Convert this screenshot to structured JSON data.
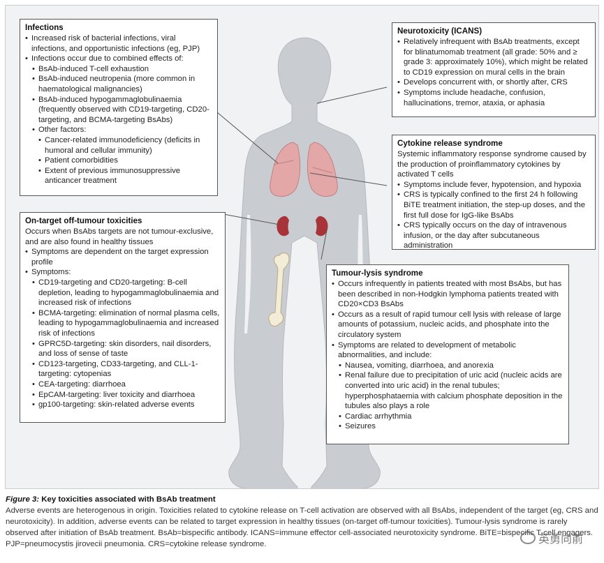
{
  "infections": {
    "title": "Infections",
    "items": [
      {
        "level": 1,
        "text": "Increased risk of bacterial infections, viral infections, and opportunistic infections (eg, PJP)"
      },
      {
        "level": 1,
        "text": "Infections occur due to combined effects of:"
      },
      {
        "level": 2,
        "text": "BsAb-induced T-cell exhaustion"
      },
      {
        "level": 2,
        "text": "BsAb-induced neutropenia (more common in haematological malignancies)"
      },
      {
        "level": 2,
        "text": "BsAb-induced hypogammaglobulinaemia (frequently observed with CD19-targeting, CD20-targeting, and BCMA-targeting BsAbs)"
      },
      {
        "level": 2,
        "text": "Other factors:"
      },
      {
        "level": 3,
        "text": "Cancer-related immunodeficiency (deficits in humoral and cellular immunity)"
      },
      {
        "level": 3,
        "text": "Patient comorbidities"
      },
      {
        "level": 3,
        "text": "Extent of previous immunosuppressive anticancer treatment"
      }
    ]
  },
  "icans": {
    "title": "Neurotoxicity (ICANS)",
    "items": [
      {
        "level": 1,
        "text": "Relatively infrequent with BsAb treatments, except for blinatumomab treatment (all grade: 50% and ≥ grade 3: approximately 10%), which might be related to CD19 expression on mural cells in the brain"
      },
      {
        "level": 1,
        "text": "Develops concurrent with, or shortly after, CRS"
      },
      {
        "level": 1,
        "text": "Symptoms include headache, confusion, hallucinations, tremor, ataxia, or aphasia"
      }
    ]
  },
  "crs": {
    "title": "Cytokine release syndrome",
    "intro": "Systemic inflammatory response syndrome caused by the production of proinflammatory cytokines by activated T cells",
    "items": [
      {
        "level": 1,
        "text": "Symptoms include fever, hypotension, and hypoxia"
      },
      {
        "level": 1,
        "text": "CRS is typically confined to the first 24 h following BiTE treatment initiation, the step-up doses, and the first full dose for IgG-like BsAbs"
      },
      {
        "level": 1,
        "text": "CRS typically occurs on the day of intravenous infusion, or the day after subcutaneous administration"
      }
    ]
  },
  "ontarget": {
    "title": "On-target off-tumour toxicities",
    "intro": "Occurs when BsAbs targets are not tumour-exclusive, and are also found in healthy tissues",
    "items": [
      {
        "level": 1,
        "text": "Symptoms are dependent on the target expression profile"
      },
      {
        "level": 1,
        "text": "Symptoms:"
      },
      {
        "level": 2,
        "text": "CD19-targeting and CD20-targeting: B-cell depletion, leading to hypogammaglobulinaemia and increased risk of infections"
      },
      {
        "level": 2,
        "text": "BCMA-targeting: elimination of normal plasma cells, leading to hypogammaglobulinaemia and increased risk of infections"
      },
      {
        "level": 2,
        "text": "GPRC5D-targeting: skin disorders, nail disorders, and loss of sense of taste"
      },
      {
        "level": 2,
        "text": "CD123-targeting, CD33-targeting, and CLL-1-targeting: cytopenias"
      },
      {
        "level": 2,
        "text": "CEA-targeting: diarrhoea"
      },
      {
        "level": 2,
        "text": "EpCAM-targeting: liver toxicity and diarrhoea"
      },
      {
        "level": 2,
        "text": "gp100-targeting: skin-related adverse events"
      }
    ]
  },
  "tls": {
    "title": "Tumour-lysis syndrome",
    "items": [
      {
        "level": 1,
        "text": "Occurs infrequently in patients treated with most BsAbs, but has been described in non-Hodgkin lymphoma patients treated with CD20×CD3 BsAbs"
      },
      {
        "level": 1,
        "text": "Occurs as a result of rapid tumour cell lysis with release of large amounts of potassium, nucleic acids, and phosphate into the circulatory system"
      },
      {
        "level": 1,
        "text": "Symptoms are related to development of metabolic abnormalities, and include:"
      },
      {
        "level": 2,
        "text": "Nausea, vomiting, diarrhoea, and anorexia"
      },
      {
        "level": 2,
        "text": "Renal failure due to precipitation of uric acid (nucleic acids are converted into uric acid) in the renal tubules; hyperphosphataemia with calcium phosphate deposition in the tubules also plays a role"
      },
      {
        "level": 2,
        "text": "Cardiac arrhythmia"
      },
      {
        "level": 2,
        "text": "Seizures"
      }
    ]
  },
  "caption": {
    "figure_label": "Figure 3:",
    "title": "Key toxicities associated with BsAb treatment",
    "text": "Adverse events are heterogenous in origin. Toxicities related to cytokine release on T-cell activation are observed with all BsAbs, independent of the target (eg, CRS and neurotoxicity). In addition, adverse events can be related to target expression in healthy tissues (on-target off-tumour toxicities). Tumour-lysis syndrome is rarely observed after initiation of BsAb treatment. BsAb=bispecific antibody. ICANS=immune effector cell-associated neurotoxicity syndrome. BiTE=bispecific T-cell engagers. PJP=pneumocystis jirovecii pneumonia. CRS=cytokine release syndrome."
  },
  "watermark": {
    "text": "英勇向前"
  },
  "colors": {
    "body_fill": "#c9ccd0",
    "lung_fill": "#e3a7a8",
    "kidney_fill": "#a8343a",
    "bone_fill": "#f3ecd6",
    "panel_bg": "#f0f2f4"
  }
}
